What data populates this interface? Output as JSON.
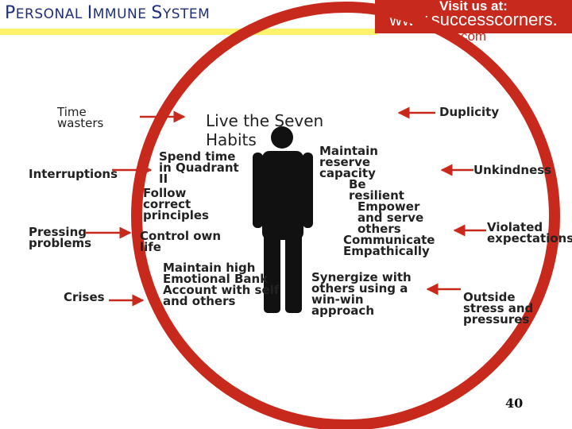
{
  "header": {
    "title_parts": [
      {
        "initial": "P",
        "rest": "ERSONAL "
      },
      {
        "initial": "I",
        "rest": "MMUNE "
      },
      {
        "initial": "S",
        "rest": "YSTEM"
      }
    ],
    "visit_label": "Visit us at:",
    "url_line1": "www.successcorners.",
    "url_line2": "com"
  },
  "left_threats": [
    "Time wasters",
    "Interruptions",
    "Pressing problems",
    "Crises"
  ],
  "right_threats": [
    "Duplicity",
    "Unkindness",
    "Violated expectations",
    "Outside stress and pressures"
  ],
  "center": {
    "title": "Live the Seven Habits",
    "left_habits": [
      "Spend time in Quadrant II",
      "Follow correct principles",
      "Control own life",
      "Maintain high Emotional Bank Account with self and others"
    ],
    "right_habits": [
      "Maintain reserve capacity",
      "Be resilient",
      "Empower and serve others",
      "Communicate Empathically",
      "Synergize with others using a win-win approach"
    ]
  },
  "page_number": "40",
  "colors": {
    "ring": "#c8291d",
    "banner": "#c8291d",
    "title": "#1f2f7a",
    "band": "#fff36b",
    "arrow": "#c8291d",
    "figure": "#111111"
  }
}
